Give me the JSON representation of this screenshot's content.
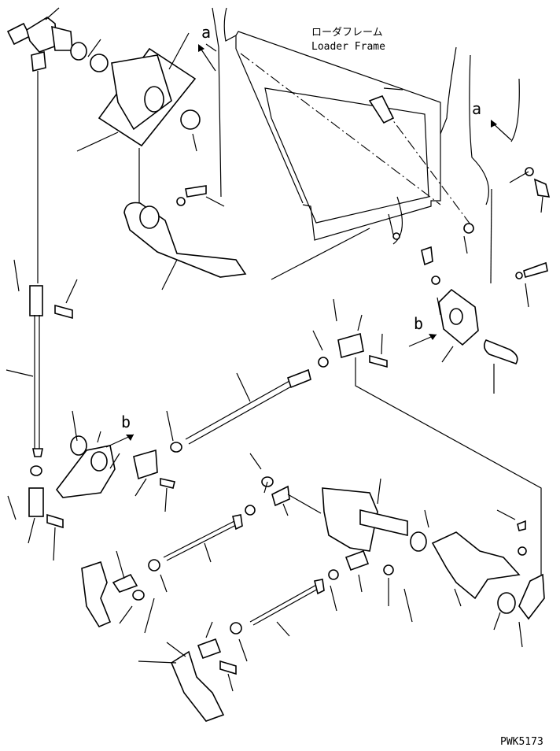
{
  "frame_label_jp": "ローダフレーム",
  "frame_label_en": "Loader Frame",
  "view_a_label": "a",
  "view_b_label": "b",
  "drawing_code": "PWK5173"
}
